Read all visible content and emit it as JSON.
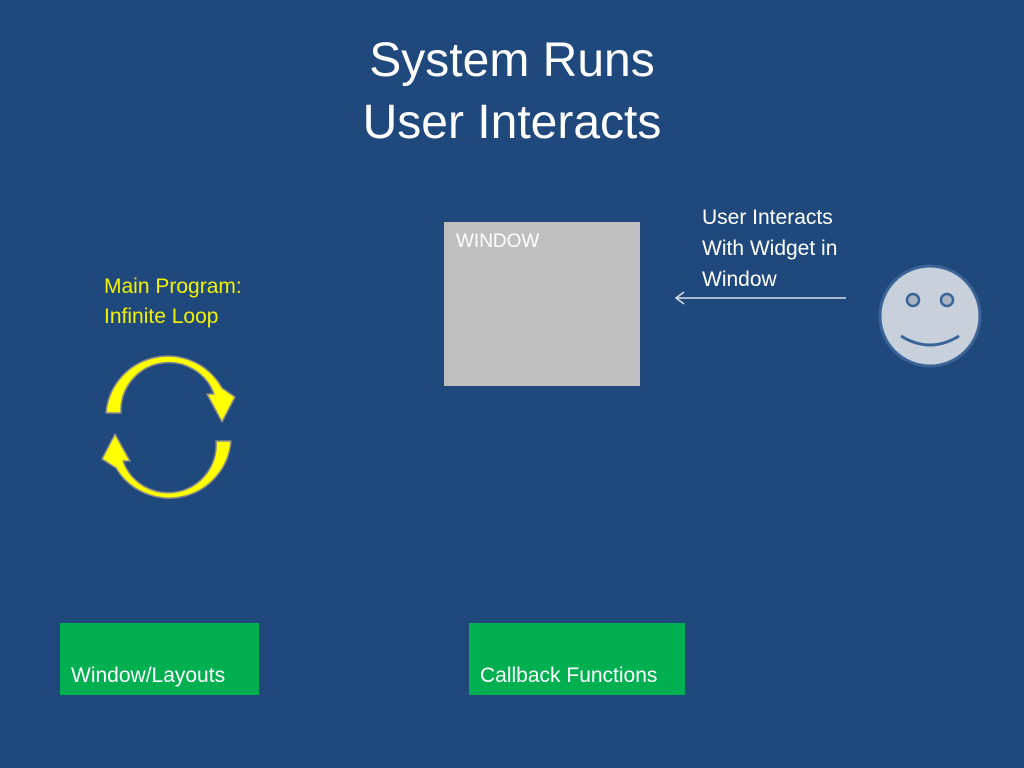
{
  "slide": {
    "title_line1": "System Runs",
    "title_line2": "User Interacts",
    "loop_label_line1": "Main Program:",
    "loop_label_line2": "Infinite Loop",
    "window_label": "WINDOW",
    "interaction_line1": "User Interacts",
    "interaction_line2": "With Widget in",
    "interaction_line3": "Window",
    "box_left_label": "Window/Layouts",
    "box_right_label": "Callback Functions"
  },
  "colors": {
    "background": "#1f487c",
    "loop_yellow": "#ffff00",
    "loop_label_yellow": "#f2f200",
    "window_gray": "#bfbfbf",
    "box_green": "#00b050",
    "smiley_face": "#c8d0dc",
    "smiley_outline": "#3a6497",
    "text_white": "#ffffff"
  },
  "icons": {
    "loop": "circular-arrows-icon",
    "face": "smiley-face-icon",
    "arrow": "left-arrow-icon"
  }
}
